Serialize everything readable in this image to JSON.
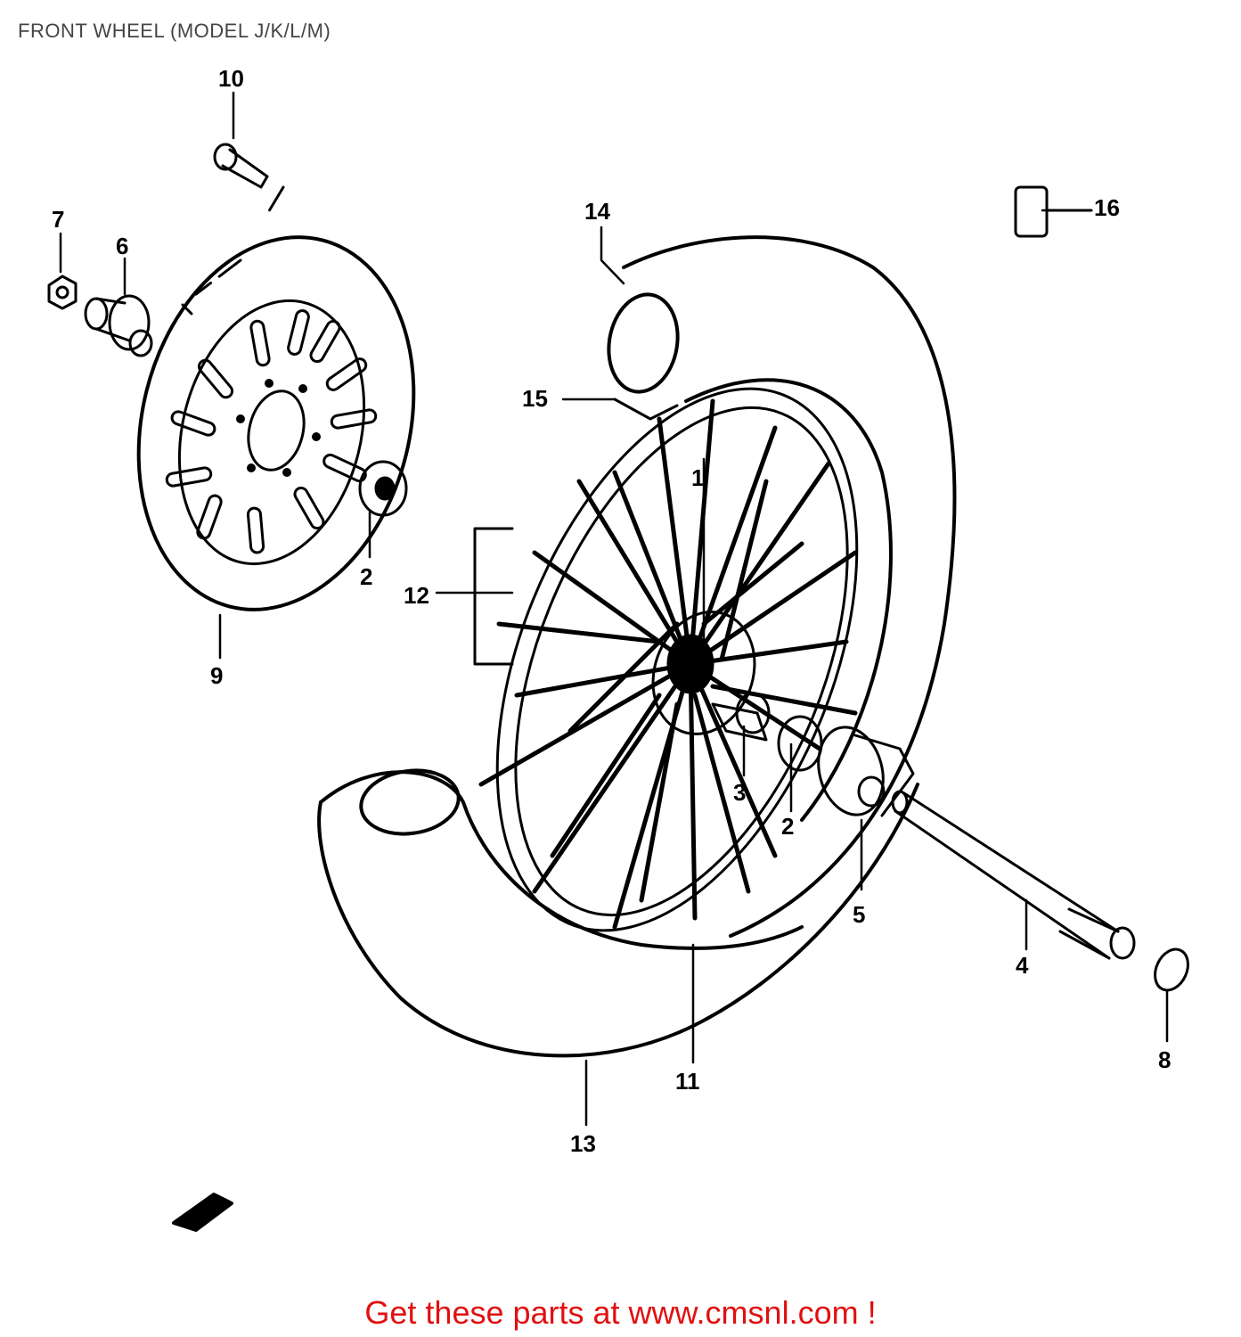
{
  "title": "FRONT WHEEL (MODEL J/K/L/M)",
  "footer": "Get these parts at www.cmsnl.com !",
  "callouts": [
    "1",
    "2",
    "2",
    "3",
    "4",
    "5",
    "6",
    "7",
    "8",
    "9",
    "10",
    "11",
    "12",
    "13",
    "14",
    "15",
    "16"
  ],
  "colors": {
    "ink": "#000000",
    "title": "#444444",
    "footer": "#e01010"
  }
}
